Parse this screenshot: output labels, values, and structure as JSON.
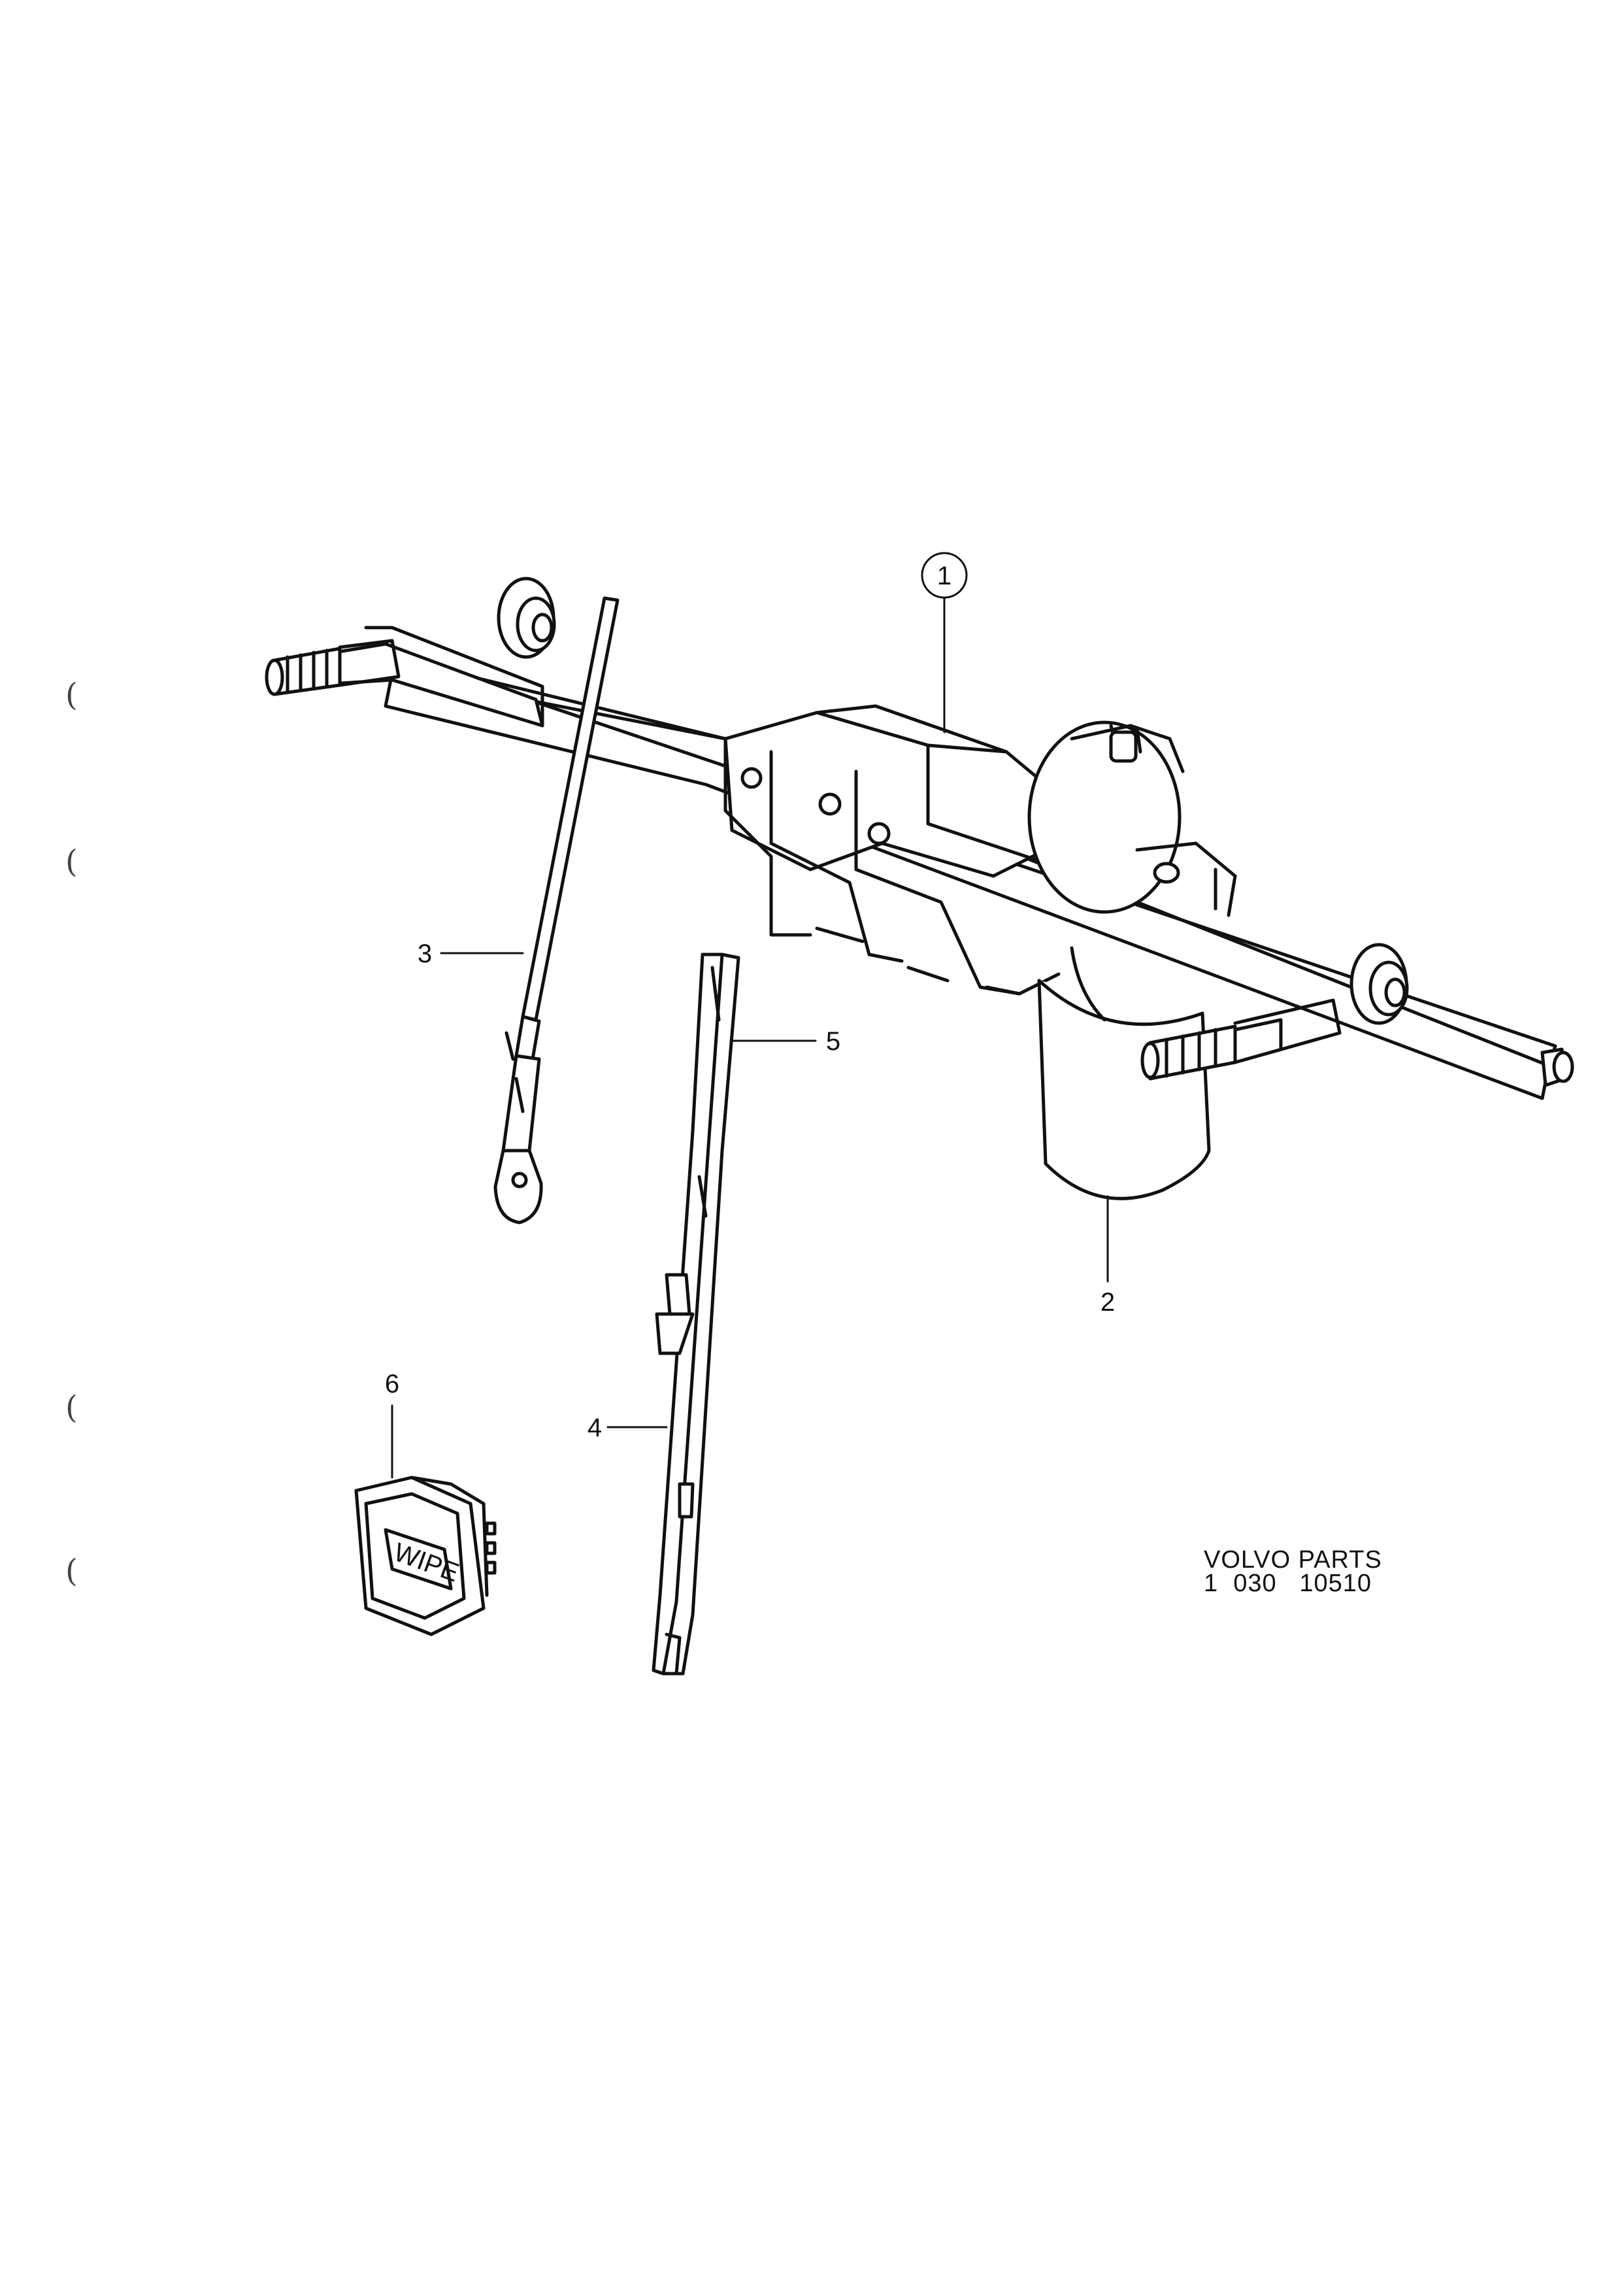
{
  "callouts": [
    {
      "id": "1",
      "label": "1"
    },
    {
      "id": "2",
      "label": "2"
    },
    {
      "id": "3",
      "label": "3"
    },
    {
      "id": "4",
      "label": "4"
    },
    {
      "id": "5",
      "label": "5"
    },
    {
      "id": "6",
      "label": "6"
    }
  ],
  "switch_label": "WIPE",
  "caption": {
    "line1": "VOLVO PARTS",
    "line2": "1  030   10510"
  },
  "margin_marks": [
    "(",
    "(",
    "(",
    "("
  ],
  "colors": {
    "ink": "#111111",
    "paper": "#ffffff"
  }
}
